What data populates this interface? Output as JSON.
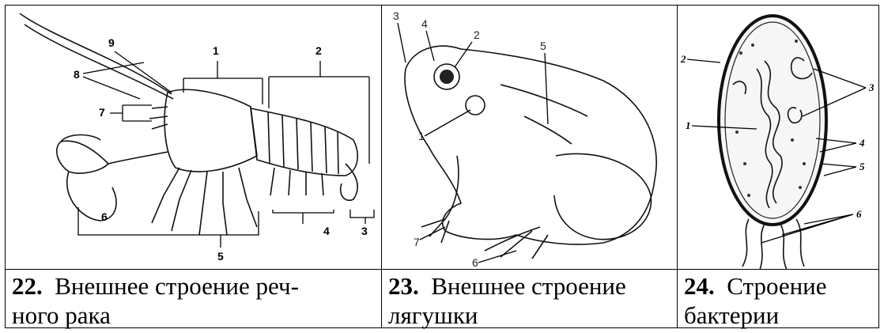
{
  "figures": [
    {
      "number": "22.",
      "caption_line1": "Внешнее строение реч-",
      "caption_line2": "ного рака",
      "labels": [
        "1",
        "2",
        "3",
        "4",
        "5",
        "6",
        "7",
        "8",
        "9"
      ]
    },
    {
      "number": "23.",
      "caption_line1": "Внешнее строение",
      "caption_line2": "лягушки",
      "labels": [
        "1",
        "2",
        "3",
        "4",
        "5",
        "6",
        "7"
      ]
    },
    {
      "number": "24.",
      "caption_line1": "Строение",
      "caption_line2": "бактерии",
      "labels": [
        "1",
        "2",
        "3",
        "4",
        "5",
        "6"
      ]
    }
  ]
}
